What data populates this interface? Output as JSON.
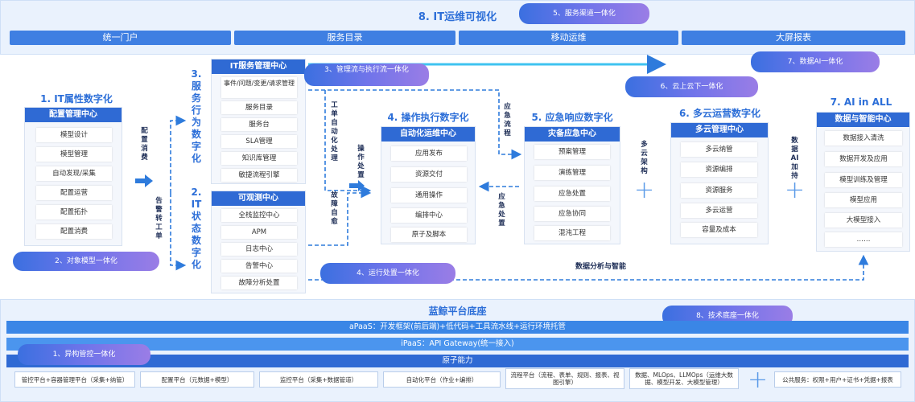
{
  "top": {
    "title": "8. IT运维可视化",
    "tabs": [
      "统一门户",
      "服务目录",
      "移动运维",
      "大屏报表"
    ],
    "pill5": "5、服务渠道一体化"
  },
  "pills": {
    "p7": "7、数据AI一体化",
    "p3": "3、管理流与执行流一体化",
    "p6": "6、云上云下一体化",
    "p2": "2、对象模型一体化",
    "p4": "4、运行处置一体化",
    "p8": "8、技术底座一体化",
    "p1": "1、异构管控一体化"
  },
  "col1": {
    "title": "1. IT属性数字化",
    "header": "配置管理中心",
    "items": [
      "模型设计",
      "模型管理",
      "自动发现/采集",
      "配置运营",
      "配置拓扑",
      "配置消费"
    ]
  },
  "col3": {
    "vtitle": "3.服务行为数字化",
    "header": "IT服务管理中心",
    "items": [
      "事件/问题/变更/请求管理",
      "服务目录",
      "服务台",
      "SLA管理",
      "知识库管理",
      "敏捷流程引擎"
    ]
  },
  "col2": {
    "vtitle": "2.IT状态数字化",
    "header": "可观测中心",
    "items": [
      "全栈监控中心",
      "APM",
      "日志中心",
      "告警中心",
      "故障分析处置"
    ]
  },
  "col4": {
    "title": "4. 操作执行数字化",
    "header": "自动化运维中心",
    "items": [
      "应用发布",
      "资源交付",
      "通用操作",
      "编排中心",
      "原子及脚本"
    ]
  },
  "col5": {
    "title": "5. 应急响应数字化",
    "header": "灾备应急中心",
    "items": [
      "预案管理",
      "演练管理",
      "应急处置",
      "应急协同",
      "混沌工程"
    ]
  },
  "col6": {
    "title": "6. 多云运营数字化",
    "header": "多云管理中心",
    "items": [
      "多云纳管",
      "资源编排",
      "资源服务",
      "多云运营",
      "容量及成本"
    ]
  },
  "col7": {
    "title": "7. AI in ALL",
    "header": "数据与智能中心",
    "items": [
      "数据接入清洗",
      "数据开发及应用",
      "模型训练及管理",
      "模型应用",
      "大模型接入",
      "……"
    ]
  },
  "labels": {
    "config_consume": "配置消费",
    "alarm_ticket": "告警转工单",
    "ticket_auto": "工单自动化处理",
    "op_handle": "操作处置",
    "fault_heal": "故障自愈",
    "emergency_flow": "应急流程",
    "emergency_handle": "应急处置",
    "multicloud": "多云架构",
    "data_ai": "数据AI加持",
    "data_analysis": "数据分析与智能"
  },
  "bottom": {
    "title": "蓝鲸平台底座",
    "apaas": "aPaaS：开发框架(前后端)+低代码+工具流水线+运行环境托管",
    "ipaas": "iPaaS：API Gateway(统一接入)",
    "atomic": "原子能力",
    "caps": [
      "管控平台+容器管理平台（采集+纳管）",
      "配置平台（元数据+模型）",
      "监控平台（采集+数据管道）",
      "自动化平台（作业+编排）",
      "流程平台（流程、表单、规则、报表、视图引擎）",
      "数据、MLOps、LLMOps（运维大数据、模型开发、大模型管理）",
      "公共服务：权限+用户+证书+凭据+报表"
    ]
  },
  "colors": {
    "accent": "#2f6ad4",
    "band": "#eaf2fd",
    "arrow": "#2e7bdc",
    "pill_start": "#3b70e0",
    "pill_end": "#9a7de6"
  }
}
